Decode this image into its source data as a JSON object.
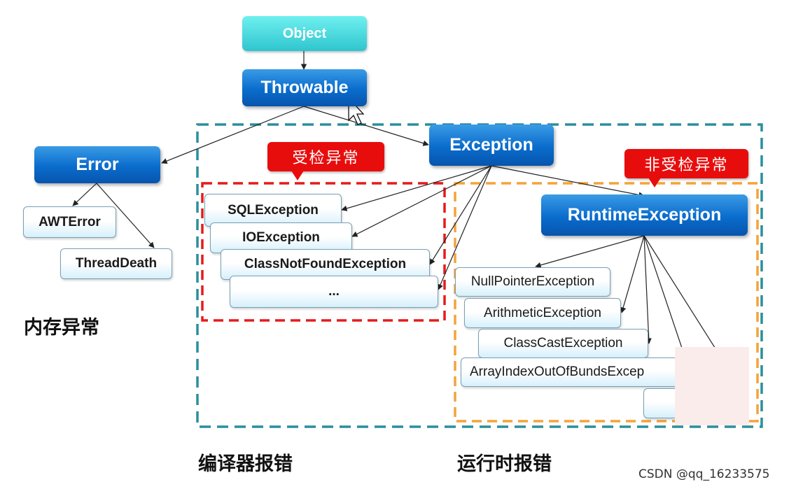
{
  "nodes": {
    "object": "Object",
    "throwable": "Throwable",
    "error": "Error",
    "exception": "Exception",
    "runtime_exception": "RuntimeException",
    "awt_error": "AWTError",
    "thread_death": "ThreadDeath",
    "sql_exception": "SQLException",
    "io_exception": "IOException",
    "class_not_found_exception": "ClassNotFoundException",
    "checked_more": "...",
    "null_pointer_exception": "NullPointerException",
    "arithmetic_exception": "ArithmeticException",
    "class_cast_exception": "ClassCastException",
    "array_index_exception": "ArrayIndexOutOfBundsExcep"
  },
  "tags": {
    "checked": "受检异常",
    "unchecked": "非受检异常"
  },
  "captions": {
    "memory_error": "内存异常",
    "compile_error": "编译器报错",
    "runtime_error": "运行时报错"
  },
  "colors": {
    "teal_dash": "#2a8f9c",
    "red_dash": "#e51b1b",
    "orange_dash": "#f3a43a",
    "tag_red": "#e80d0d"
  },
  "icons": {
    "cursor": "mouse-cursor-icon"
  },
  "watermark": "CSDN @qq_16233575"
}
